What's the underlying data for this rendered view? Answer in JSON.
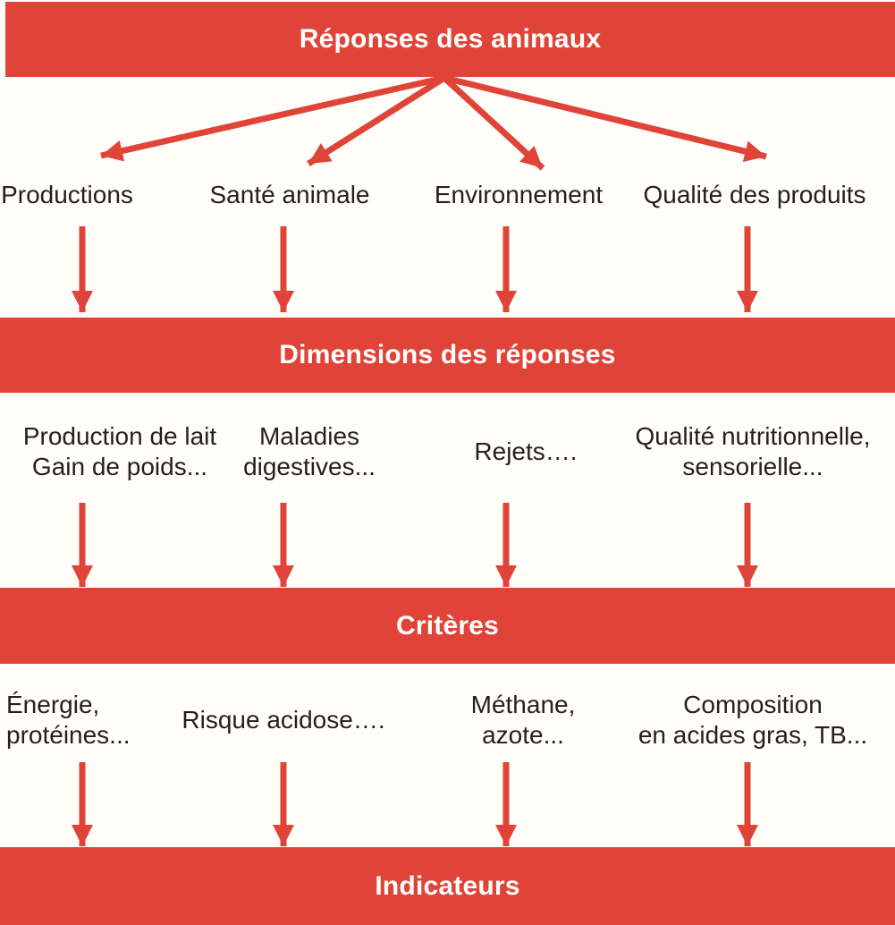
{
  "colors": {
    "red": "#E04438",
    "background": "#FFFEF9",
    "text": "#231F20",
    "banner_text": "#FFFFFF"
  },
  "banners": {
    "animal_responses": "Réponses des animaux",
    "response_dimensions": "Dimensions des réponses",
    "criteres": "Critères",
    "indicateurs": "Indicateurs"
  },
  "categories": [
    {
      "label": "Productions"
    },
    {
      "label": "Santé animale"
    },
    {
      "label": "Environnement"
    },
    {
      "label": "Qualité des produits"
    }
  ],
  "dimension_examples": [
    {
      "lines": [
        "Production de lait",
        "Gain de poids..."
      ]
    },
    {
      "lines": [
        "Maladies",
        "digestives..."
      ]
    },
    {
      "lines": [
        "Rejets…."
      ]
    },
    {
      "lines": [
        "Qualité nutritionnelle,",
        "sensorielle..."
      ]
    }
  ],
  "criteria_examples": [
    {
      "lines": [
        "Énergie,",
        "protéines..."
      ]
    },
    {
      "lines": [
        "Risque acidose…."
      ]
    },
    {
      "lines": [
        "Méthane,",
        "azote..."
      ]
    },
    {
      "lines": [
        "Composition",
        "en acides gras, TB..."
      ]
    }
  ]
}
